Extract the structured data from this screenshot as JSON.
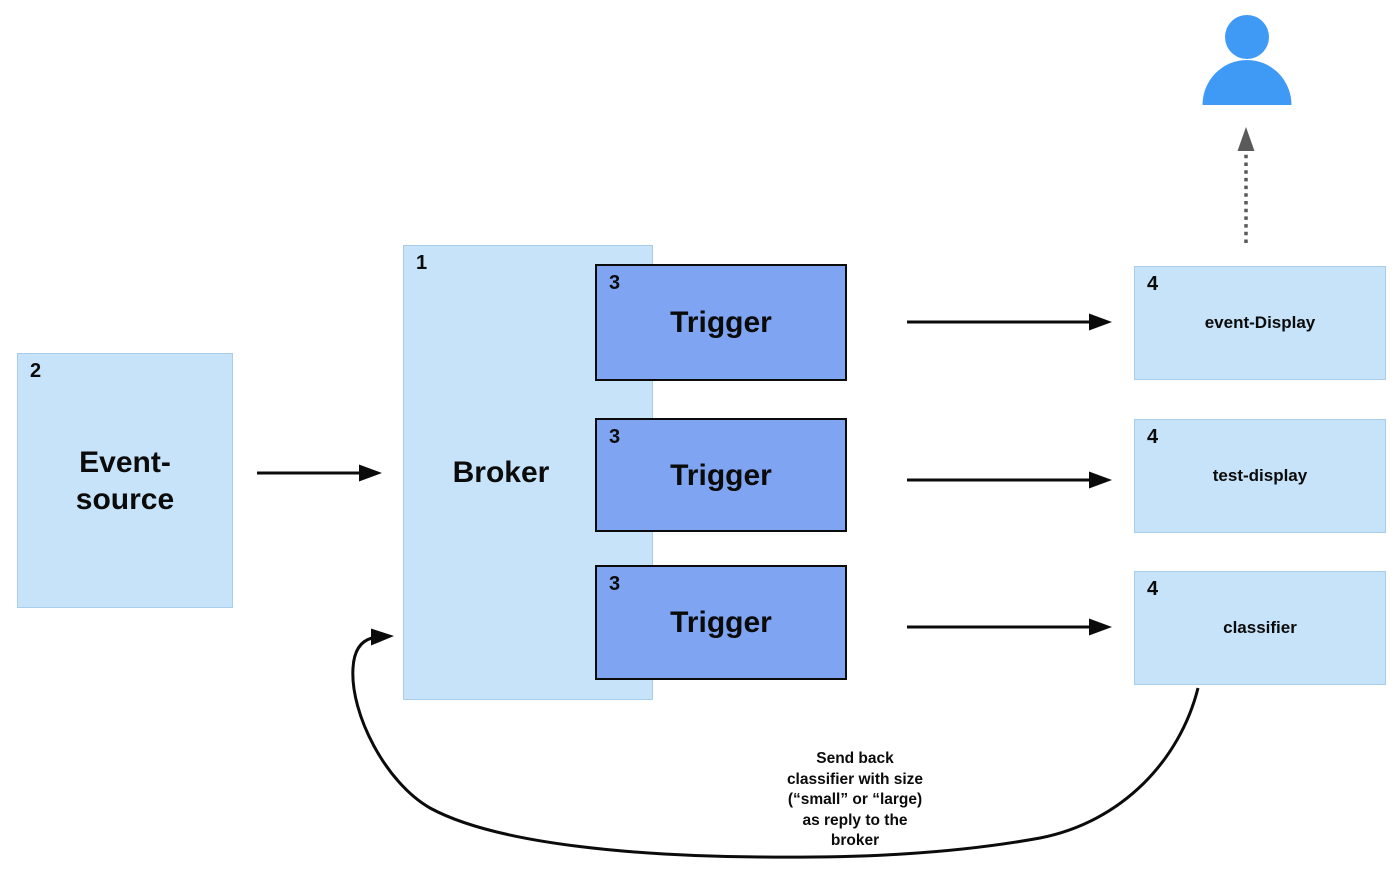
{
  "diagram": {
    "event_source": {
      "number": "2",
      "label_lines": [
        "Event-",
        "source"
      ]
    },
    "broker": {
      "number": "1",
      "label": "Broker"
    },
    "triggers": [
      {
        "number": "3",
        "label": "Trigger"
      },
      {
        "number": "3",
        "label": "Trigger"
      },
      {
        "number": "3",
        "label": "Trigger"
      }
    ],
    "services": [
      {
        "number": "4",
        "label": "event-Display"
      },
      {
        "number": "4",
        "label": "test-display"
      },
      {
        "number": "4",
        "label": "classifier"
      }
    ],
    "annotation": {
      "lines": [
        "Send back",
        "classifier with size",
        "(“small” or “large)",
        "as reply to the",
        "broker"
      ]
    },
    "icons": {
      "person": "person-icon",
      "arrows": [
        "event-source-to-broker",
        "trigger1-to-event-display",
        "trigger2-to-test-display",
        "trigger3-to-classifier",
        "classifier-reply-to-broker",
        "event-display-to-user"
      ]
    },
    "colors": {
      "light_box": "#C6E3F9",
      "trigger_box": "#7EA4F2",
      "person_blue": "#3F9AF5",
      "arrow_black": "#0b0b0b",
      "arrow_gray": "#5a5a5a"
    }
  }
}
